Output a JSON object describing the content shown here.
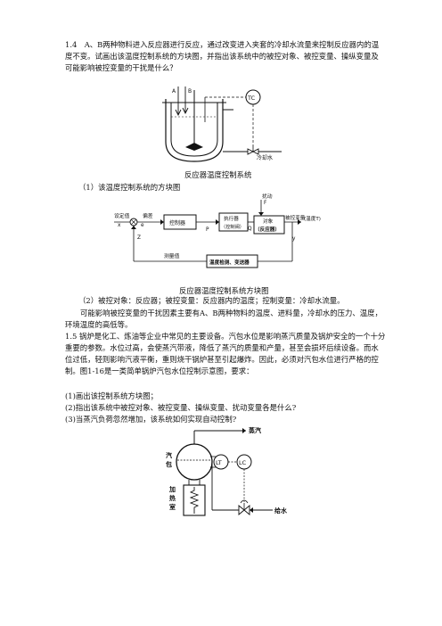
{
  "q14": {
    "text": "1.4　A、B两种物料进入反应器进行反应，通过改变进入夹套的冷却水流量来控制反应器内的温度不变。试画出该温度控制系统的方块图，并指出该系统中的被控对象、被控变量、操纵变量及可能影响被控变量的干扰是什么？",
    "reactor_caption": "反应器温度控制系统",
    "ans1": "（1）该温度控制系统的方块图",
    "block_caption": "反应器温度控制系统方块图",
    "ans2": "（2）被控对象：反应器；被控变量：反应器内的温度；控制变量：冷却水流量。",
    "ans3": "可能影响被控变量的干扰因素主要有A、B两种物料的温度、进料量，冷却水的压力、温度，环境温度的高低等。"
  },
  "reactor_fig": {
    "label_a": "A",
    "label_b": "B",
    "tc": "TC",
    "water": "冷却水"
  },
  "block_diagram": {
    "disturb": "扰动",
    "f": "F",
    "setpoint": "设定值",
    "x": "x",
    "error": "偏差",
    "e": "e",
    "controller": "控制器",
    "p": "P",
    "actuator1": "执行器",
    "actuator2": "（控制阀）",
    "q": "Q",
    "plant1": "对象",
    "plant2": "（反应器）",
    "output": "被控变量",
    "temp": "(温度T)",
    "y": "y",
    "z": "Z",
    "measured": "测量值",
    "sensor": "温度检测、变送器"
  },
  "q15": {
    "text": "1.5 锅炉是化工、炼油等企业中常见的主要设备。汽包水位是影响蒸汽质量及锅炉安全的一个十分重要的参数。水位过高，会使蒸汽带液，降低了蒸汽的质量和产量，甚至会损坏后续设备。而水位过低，轻则影响汽液平衡，重则烧干锅炉甚至引起爆炸。因此，必须对汽包水位进行严格的控制。图1-16是一类简单锅炉汽包水位控制示意图，要求：",
    "r1": "(1)画出该控制系统方块图；",
    "r2": "(2)指出该系统中被控对象、被控变量、操纵变量、扰动变量各是什么?",
    "r3": "(3)当蒸汽负荷忽然增加，该系统如何实现自动控制?"
  },
  "boiler_fig": {
    "steam": "蒸汽",
    "drum1": "汽",
    "drum2": "包",
    "lt": "LT",
    "lc": "LC",
    "heater1": "加",
    "heater2": "热",
    "heater3": "室",
    "feed": "给水"
  }
}
